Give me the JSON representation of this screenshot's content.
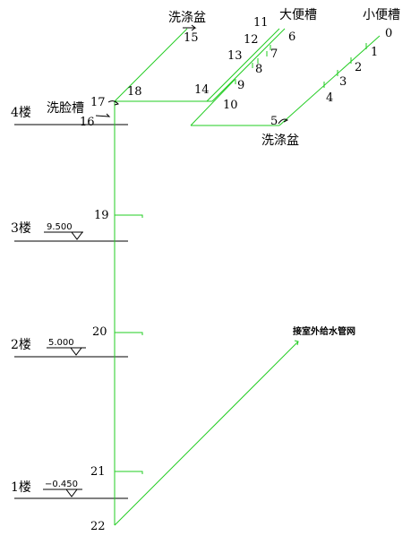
{
  "colors": {
    "pipe": "#22cc22",
    "ink": "#000000",
    "background": "#ffffff"
  },
  "floors": [
    {
      "label": "4楼",
      "elevation": ""
    },
    {
      "label": "3楼",
      "elevation": "9.500"
    },
    {
      "label": "2楼",
      "elevation": "5.000"
    },
    {
      "label": "1楼",
      "elevation": "−0.450"
    }
  ],
  "fixtures": {
    "washbasin_trough": "洗脸槽",
    "sink_top": "洗涤盆",
    "sink_bottom": "洗涤盆",
    "toilet_trough": "大便槽",
    "urinal_trough": "小便槽"
  },
  "nodes": [
    "0",
    "1",
    "2",
    "3",
    "4",
    "5",
    "6",
    "7",
    "8",
    "9",
    "10",
    "11",
    "12",
    "13",
    "14",
    "15",
    "16",
    "17",
    "18",
    "19",
    "20",
    "21",
    "22"
  ],
  "external_network": "接室外给水管网"
}
